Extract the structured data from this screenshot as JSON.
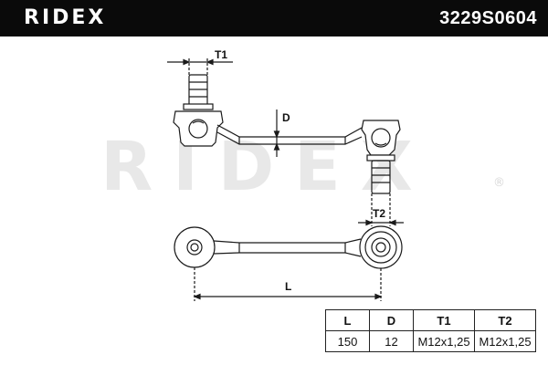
{
  "header": {
    "brand": "RIDEX",
    "part_number": "3229S0604"
  },
  "watermark": {
    "text": "RIDEX",
    "symbol": "®"
  },
  "drawing": {
    "labels": {
      "t1": "T1",
      "d": "D",
      "t2": "T2",
      "l": "L"
    }
  },
  "spec_table": {
    "headers": [
      "L",
      "D",
      "T1",
      "T2"
    ],
    "values": [
      "150",
      "12",
      "M12x1,25",
      "M12x1,25"
    ]
  },
  "colors": {
    "header_bg": "#0a0a0a",
    "header_text": "#ffffff",
    "line": "#1a1a1a",
    "watermark": "#e6e6e6"
  }
}
